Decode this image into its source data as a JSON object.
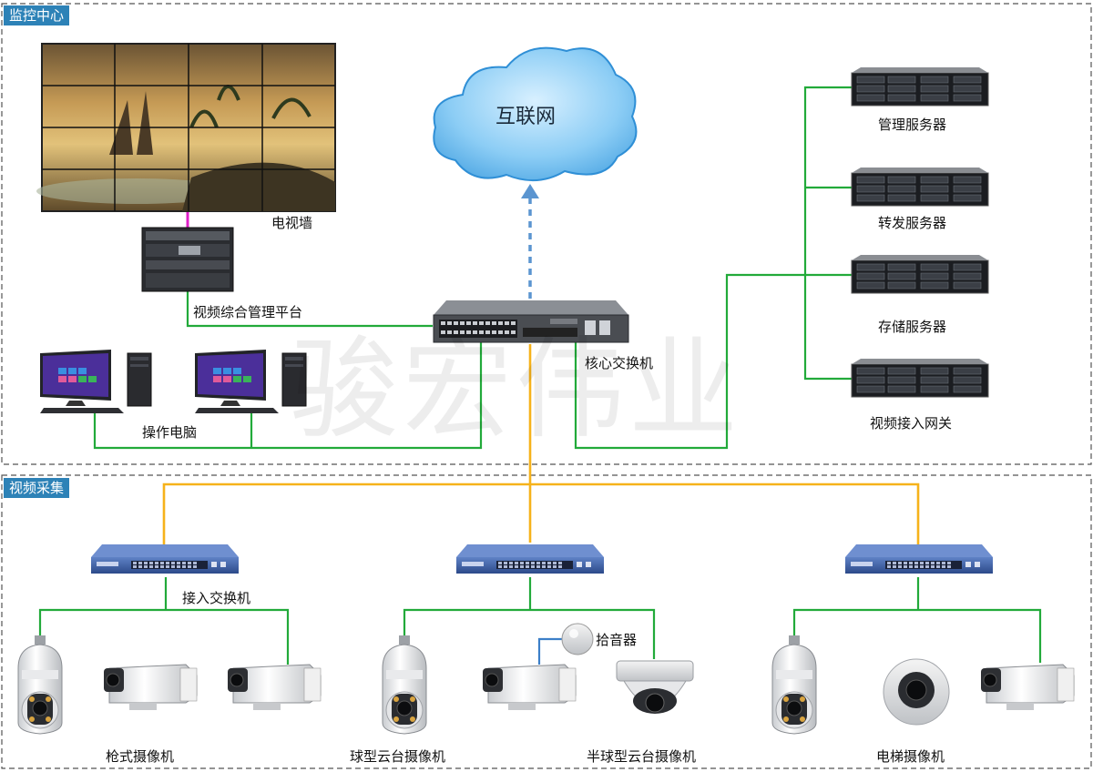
{
  "zones": {
    "monitor_center": "监控中心",
    "video_capture": "视频采集"
  },
  "cloud": {
    "label": "互联网"
  },
  "watermark": "骏宏伟业",
  "labels": {
    "tv_wall": "电视墙",
    "platform": "视频综合管理平台",
    "operator_pc": "操作电脑",
    "core_switch": "核心交换机",
    "mgmt_server": "管理服务器",
    "forward_server": "转发服务器",
    "storage_server": "存储服务器",
    "video_gateway": "视频接入网关",
    "access_switch": "接入交换机",
    "microphone": "拾音器",
    "bullet_camera": "枪式摄像机",
    "dome_ptz_camera": "球型云台摄像机",
    "half_dome_camera": "半球型云台摄像机",
    "elevator_camera": "电梯摄像机"
  },
  "colors": {
    "zone_label_bg": "#2d82b7",
    "green_link": "#22aa3a",
    "orange_link": "#f6b21a",
    "blue_uplink": "#5b95d0",
    "magenta_link": "#e020c8",
    "audio_link": "#3c7fc8",
    "switch_blue": "#3d5fa3"
  },
  "icons": {
    "server": "rack-server-icon",
    "switch": "network-switch-icon",
    "pc": "desktop-computer-icon",
    "cloud": "cloud-icon",
    "ptz": "ptz-dome-camera-icon",
    "bullet": "bullet-camera-icon",
    "dome": "dome-camera-icon",
    "fisheye": "fisheye-camera-icon"
  }
}
